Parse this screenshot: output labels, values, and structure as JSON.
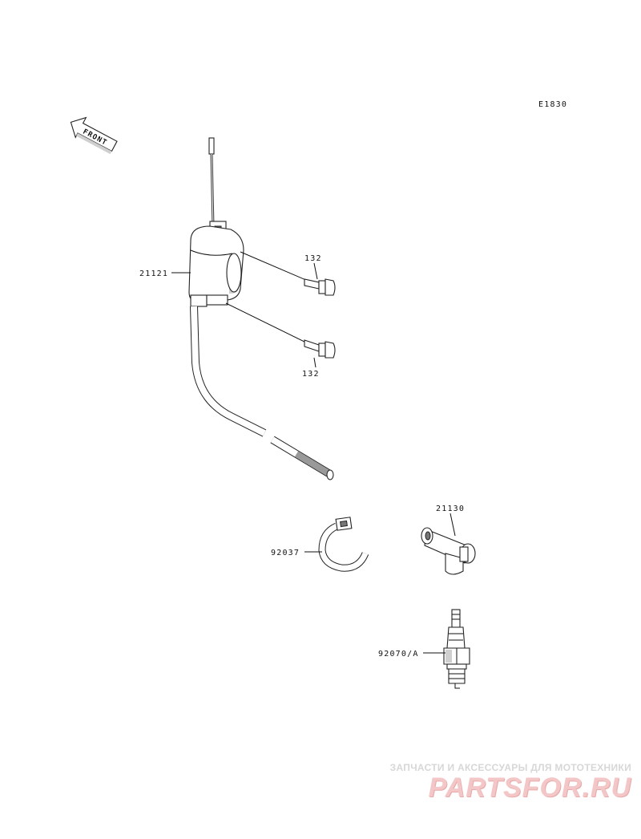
{
  "diagram_code": "E1830",
  "front_label": "FRONT",
  "callouts": {
    "ignition_coil": "21121",
    "bolt_upper": "132",
    "bolt_lower": "132",
    "plug_cap": "21130",
    "band": "92037",
    "spark_plug": "92070/A"
  },
  "watermark": {
    "tagline": "ЗАПЧАСТИ И АКСЕССУАРЫ ДЛЯ МОТОТЕХНИКИ",
    "logo": "PARTSFOR.RU"
  },
  "colors": {
    "line": "#111111",
    "watermark_logo": "#f3c7c7",
    "watermark_text": "#d7d7d7"
  }
}
